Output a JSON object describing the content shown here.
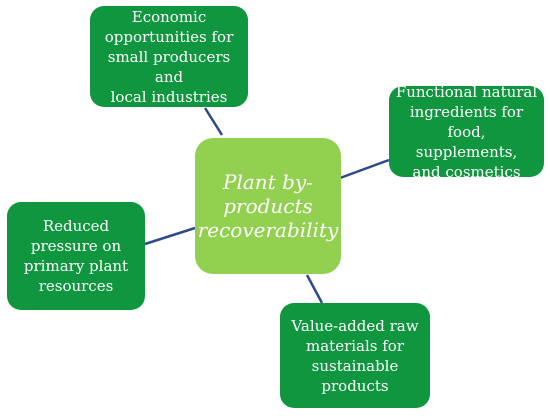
{
  "diagram": {
    "center": {
      "text": "Plant by-\nproducts\nrecoverability"
    },
    "nodes": [
      {
        "id": "economic",
        "text": "Economic\nopportunities for\nsmall producers and\nlocal industries"
      },
      {
        "id": "functional",
        "text": "Functional natural\ningredients for\nfood, supplements,\nand cosmetics"
      },
      {
        "id": "reduced",
        "text": "Reduced\npressure on\nprimary plant\nresources"
      },
      {
        "id": "value",
        "text": "Value-added raw\nmaterials for\nsustainable\nproducts"
      }
    ],
    "colors": {
      "outer_fill": "#10963f",
      "center_fill": "#92d050",
      "connector": "#2e4a8c",
      "text": "#ffffff"
    }
  }
}
